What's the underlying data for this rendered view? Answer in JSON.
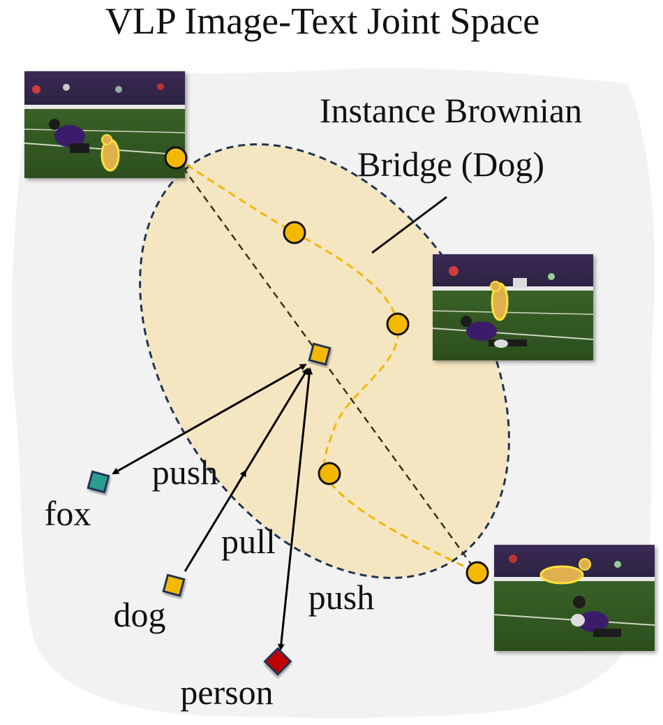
{
  "title": "VLP Image-Text Joint Space",
  "bridge_label_line1": "Instance Brownian",
  "bridge_label_line2": "Bridge (Dog)",
  "words": {
    "fox": "fox",
    "dog": "dog",
    "person": "person"
  },
  "arrow_labels": {
    "push_fox": "push",
    "pull_dog": "pull",
    "push_person": "push"
  },
  "colors": {
    "background_blob": "#f2f2f2",
    "bridge_fill": "#f5e6c2",
    "bridge_outline": "#1f3352",
    "path_dashed": "#f2b705",
    "state_point": "#f5b800",
    "point_outline": "#111111",
    "fox_marker": "#2a9d8f",
    "dog_marker": "#f5b800",
    "person_marker": "#c00000",
    "center_marker": "#f5b800"
  },
  "thumbnails": [
    {
      "name": "frame-start",
      "caption": ""
    },
    {
      "name": "frame-middle",
      "caption": ""
    },
    {
      "name": "frame-end",
      "caption": ""
    }
  ]
}
